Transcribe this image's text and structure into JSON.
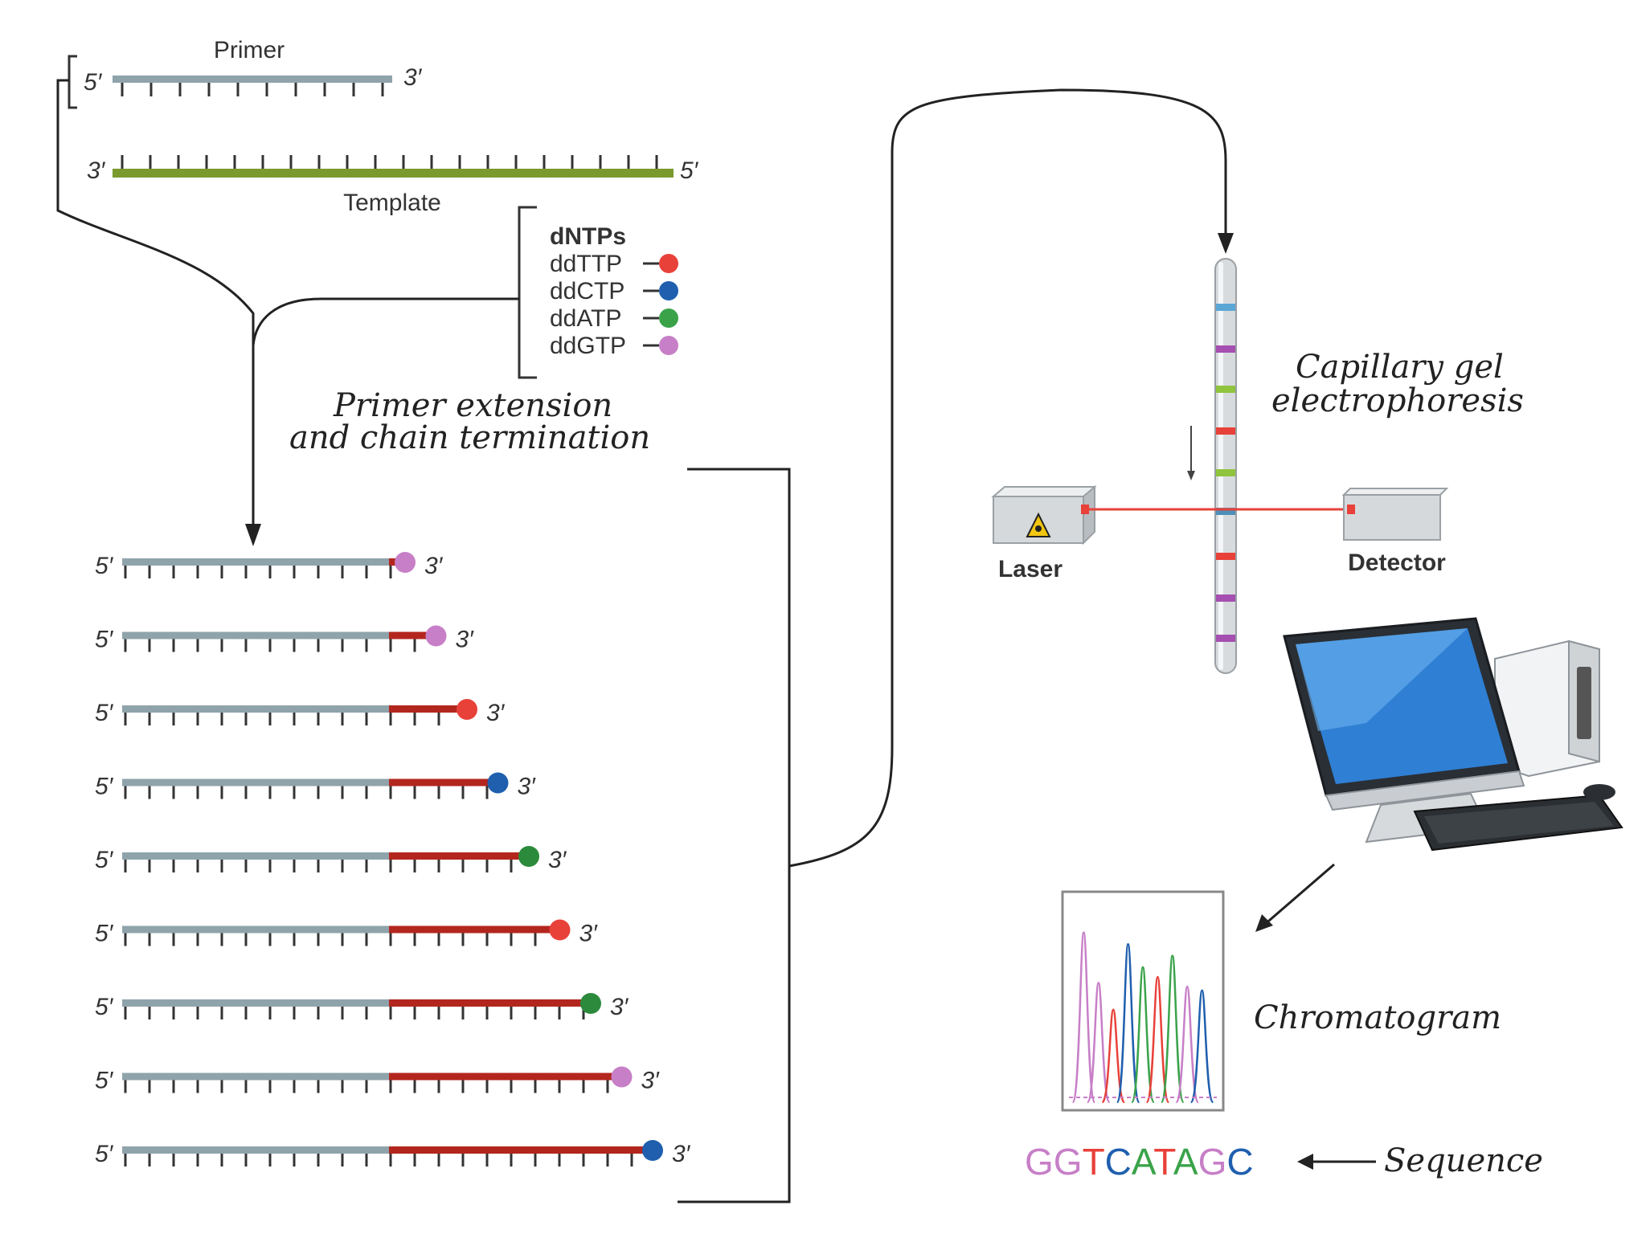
{
  "labels": {
    "primer": "Primer",
    "template": "Template",
    "five_prime": "5′",
    "three_prime": "3′",
    "dntps_title": "dNTPs",
    "step_line1": "Primer extension",
    "step_line2": "and chain termination",
    "capillary_line1": "Capillary gel",
    "capillary_line2": "electrophoresis",
    "laser": "Laser",
    "detector": "Detector",
    "chromatogram": "Chromatogram",
    "sequence_label": "Sequence"
  },
  "ddntps": [
    {
      "name": "ddTTP",
      "color": "#e8413a"
    },
    {
      "name": "ddCTP",
      "color": "#1f5fae"
    },
    {
      "name": "ddATP",
      "color": "#3aa34a"
    },
    {
      "name": "ddGTP",
      "color": "#c77fc7"
    }
  ],
  "fragments": [
    {
      "base": "G",
      "color": "#c77fc7"
    },
    {
      "base": "G",
      "color": "#c77fc7"
    },
    {
      "base": "T",
      "color": "#e8413a"
    },
    {
      "base": "C",
      "color": "#1f5fae"
    },
    {
      "base": "A",
      "color": "#2c8a3c"
    },
    {
      "base": "T",
      "color": "#e8413a"
    },
    {
      "base": "A",
      "color": "#2c8a3c"
    },
    {
      "base": "G",
      "color": "#c77fc7"
    },
    {
      "base": "C",
      "color": "#1f5fae"
    }
  ],
  "sequence": [
    "G",
    "G",
    "T",
    "C",
    "A",
    "T",
    "A",
    "G",
    "C"
  ],
  "base_colors": {
    "G": "#c77fc7",
    "T": "#e8413a",
    "C": "#1f5fae",
    "A": "#3aa34a"
  },
  "strand_colors": {
    "primer": "#8fa3ab",
    "template": "#7a9a2e",
    "extension": "#b3261e"
  }
}
